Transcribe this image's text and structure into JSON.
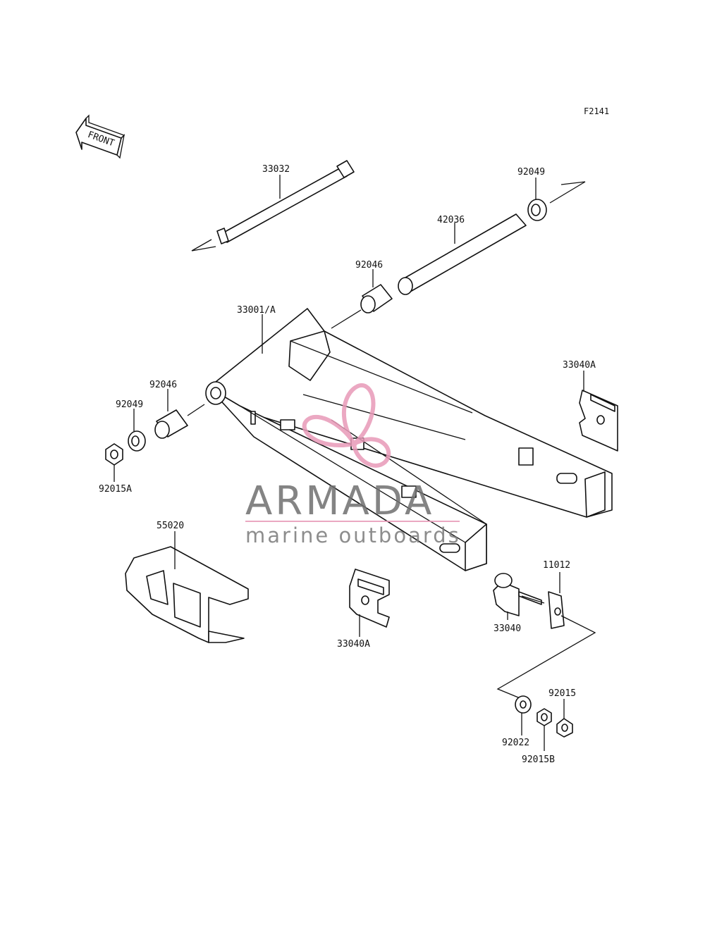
{
  "figure_id": "F2141",
  "front_arrow_label": "FRONT",
  "watermark": {
    "brand": "ARMADA",
    "tagline": "marine outboards",
    "accent_color": "#e89ab8"
  },
  "parts": [
    {
      "id": "p33032",
      "label": "33032"
    },
    {
      "id": "p92049a",
      "label": "92049"
    },
    {
      "id": "p42036",
      "label": "42036"
    },
    {
      "id": "p92046a",
      "label": "92046"
    },
    {
      "id": "p33001",
      "label": "33001/A"
    },
    {
      "id": "p33040a1",
      "label": "33040A"
    },
    {
      "id": "p92046b",
      "label": "92046"
    },
    {
      "id": "p92049b",
      "label": "92049"
    },
    {
      "id": "p92015a",
      "label": "92015A"
    },
    {
      "id": "p55020",
      "label": "55020"
    },
    {
      "id": "p33040a2",
      "label": "33040A"
    },
    {
      "id": "p11012",
      "label": "11012"
    },
    {
      "id": "p33040",
      "label": "33040"
    },
    {
      "id": "p92015",
      "label": "92015"
    },
    {
      "id": "p92022",
      "label": "92022"
    },
    {
      "id": "p92015b",
      "label": "92015B"
    }
  ]
}
